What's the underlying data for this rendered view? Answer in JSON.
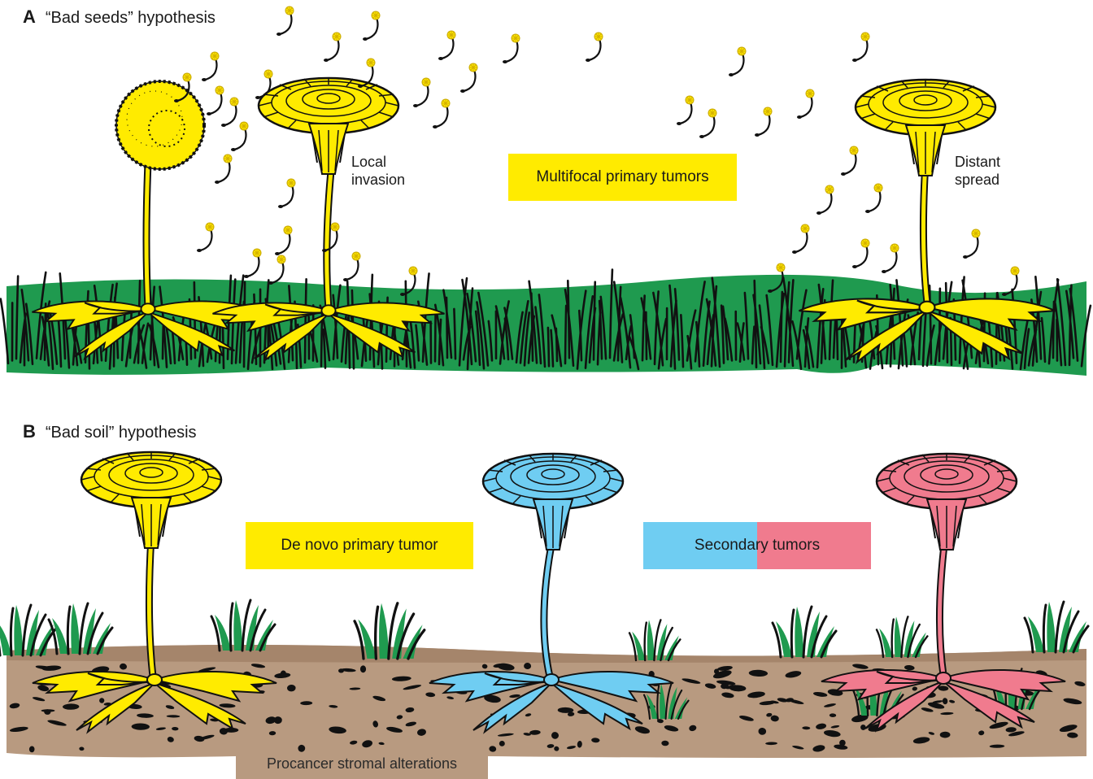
{
  "panel_a": {
    "letter": "A",
    "title": "“Bad seeds” hypothesis",
    "local_invasion": [
      "Local",
      "invasion"
    ],
    "distant_spread": [
      "Distant",
      "spread"
    ],
    "box_label": "Multifocal primary tumors"
  },
  "panel_b": {
    "letter": "B",
    "title": "“Bad soil” hypothesis",
    "de_novo_label": "De novo primary tumor",
    "secondary_label": "Secondary tumors",
    "soil_label": "Procancer stromal alterations"
  },
  "colors": {
    "yellow": "#ffeb00",
    "blue": "#6fcdf2",
    "pink": "#f07b8e",
    "grass": "#1f9a4f",
    "soil": "#b89a80",
    "outline": "#111111"
  },
  "icons": [
    "dandelion-flower-icon",
    "dandelion-seedhead-icon",
    "dandelion-seed-icon",
    "grass-icon",
    "soil-icon"
  ]
}
